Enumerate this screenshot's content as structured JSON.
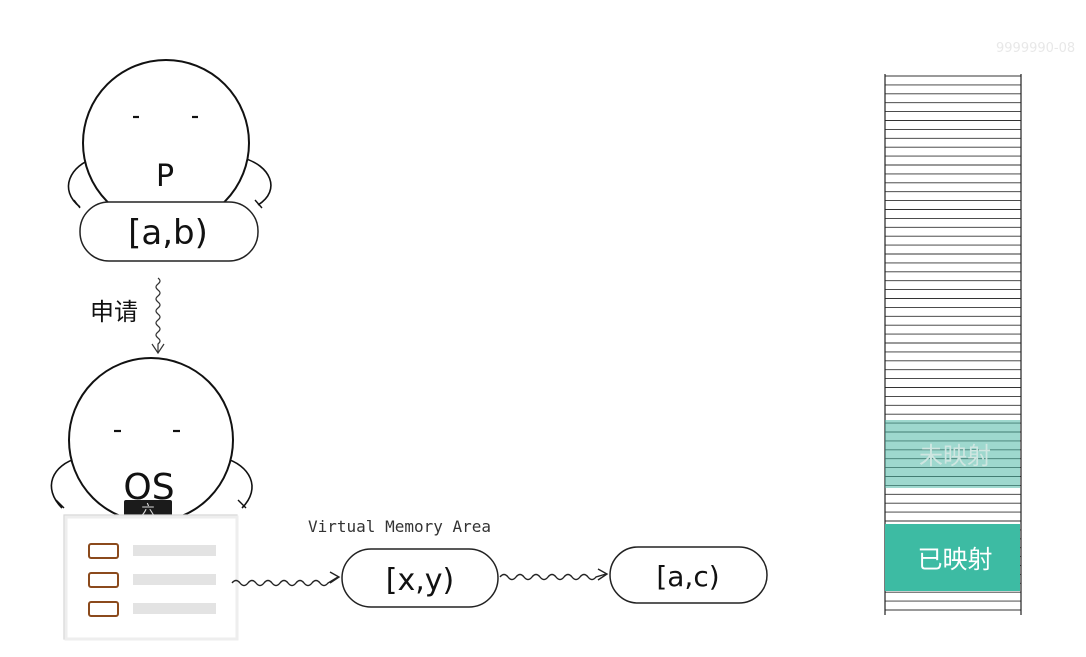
{
  "watermark": "9999990-08",
  "process": {
    "head_label": "P",
    "range_label": "[a,b)"
  },
  "request": {
    "label": "申请"
  },
  "os": {
    "head_label": "OS",
    "badge_label": "六"
  },
  "vma": {
    "title": "Virtual Memory Area",
    "node1_label": "[x,y)",
    "node2_label": "[a,c)"
  },
  "memory": {
    "unmapped_label": "未映射",
    "mapped_label": "已映射",
    "unmapped_color": "#4fb8a6",
    "mapped_color": "#3dbba3"
  }
}
